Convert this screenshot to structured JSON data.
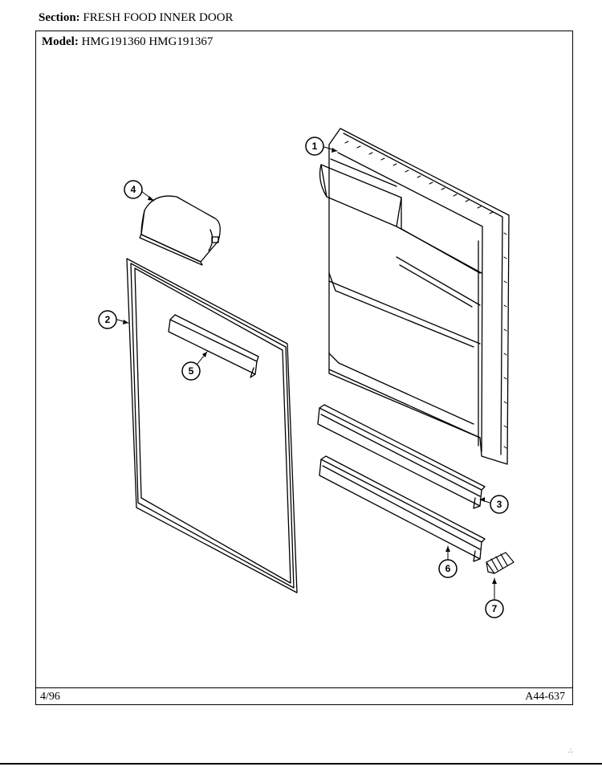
{
  "header": {
    "section_label": "Section:",
    "section_value": "FRESH FOOD INNER DOOR",
    "model_label": "Model:",
    "model_value": "HMG191360 HMG191367"
  },
  "footer": {
    "date": "4/96",
    "code": "A44-637"
  },
  "callouts": [
    "1",
    "2",
    "3",
    "4",
    "5",
    "6",
    "7"
  ]
}
